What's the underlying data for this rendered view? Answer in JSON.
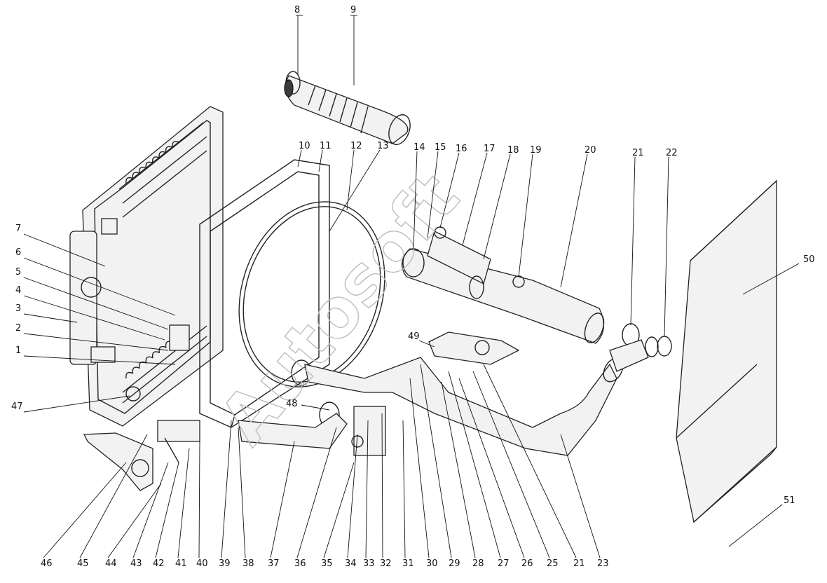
{
  "diagram": {
    "watermark_text": "Autosoft",
    "callouts": [
      {
        "id": "1",
        "label": "1"
      },
      {
        "id": "2",
        "label": "2"
      },
      {
        "id": "3",
        "label": "3"
      },
      {
        "id": "4",
        "label": "4"
      },
      {
        "id": "5",
        "label": "5"
      },
      {
        "id": "6",
        "label": "6"
      },
      {
        "id": "7",
        "label": "7"
      },
      {
        "id": "8",
        "label": "8"
      },
      {
        "id": "9",
        "label": "9"
      },
      {
        "id": "10",
        "label": "10"
      },
      {
        "id": "11",
        "label": "11"
      },
      {
        "id": "12",
        "label": "12"
      },
      {
        "id": "13",
        "label": "13"
      },
      {
        "id": "14",
        "label": "14"
      },
      {
        "id": "15",
        "label": "15"
      },
      {
        "id": "16",
        "label": "16"
      },
      {
        "id": "17",
        "label": "17"
      },
      {
        "id": "18",
        "label": "18"
      },
      {
        "id": "19",
        "label": "19"
      },
      {
        "id": "20",
        "label": "20"
      },
      {
        "id": "21a",
        "label": "21"
      },
      {
        "id": "22",
        "label": "22"
      },
      {
        "id": "50",
        "label": "50"
      },
      {
        "id": "47",
        "label": "47"
      },
      {
        "id": "49",
        "label": "49"
      },
      {
        "id": "48",
        "label": "48"
      },
      {
        "id": "51",
        "label": "51"
      },
      {
        "id": "46",
        "label": "46"
      },
      {
        "id": "45",
        "label": "45"
      },
      {
        "id": "44",
        "label": "44"
      },
      {
        "id": "43",
        "label": "43"
      },
      {
        "id": "42",
        "label": "42"
      },
      {
        "id": "41",
        "label": "41"
      },
      {
        "id": "40",
        "label": "40"
      },
      {
        "id": "39",
        "label": "39"
      },
      {
        "id": "38",
        "label": "38"
      },
      {
        "id": "37",
        "label": "37"
      },
      {
        "id": "36",
        "label": "36"
      },
      {
        "id": "35",
        "label": "35"
      },
      {
        "id": "34",
        "label": "34"
      },
      {
        "id": "33",
        "label": "33"
      },
      {
        "id": "32",
        "label": "32"
      },
      {
        "id": "31",
        "label": "31"
      },
      {
        "id": "30",
        "label": "30"
      },
      {
        "id": "29",
        "label": "29"
      },
      {
        "id": "28",
        "label": "28"
      },
      {
        "id": "27",
        "label": "27"
      },
      {
        "id": "26",
        "label": "26"
      },
      {
        "id": "25",
        "label": "25"
      },
      {
        "id": "21b",
        "label": "21"
      },
      {
        "id": "23",
        "label": "23"
      }
    ]
  }
}
